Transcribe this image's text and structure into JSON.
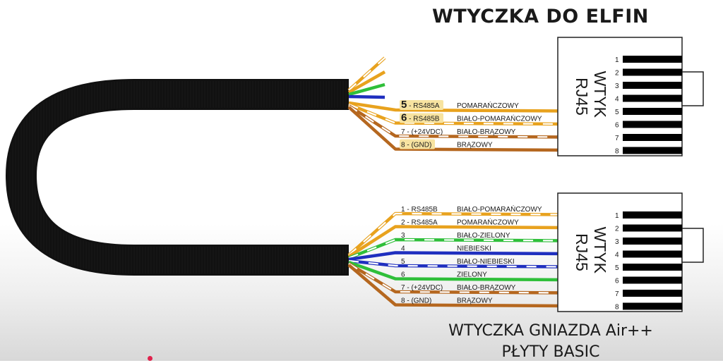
{
  "title_top": "WTYCZKA DO ELFIN",
  "title_bottom": [
    "WTYCZKA GNIAZDA Air++",
    "PŁYTY BASIC"
  ],
  "connector_label": [
    "WTYK",
    "RJ45"
  ],
  "pins": [
    "1",
    "2",
    "3",
    "4",
    "5",
    "6",
    "7",
    "8"
  ],
  "top_wires": [
    {
      "code": "5",
      "signal": " - RS485A",
      "color_name": "POMARAŃCZOWY",
      "color": "#e8a21e",
      "striped": false,
      "highlight": true,
      "big": true
    },
    {
      "code": "6",
      "signal": " - RS485B",
      "color_name": "BIAŁO-POMARAŃCZOWY",
      "color": "#e8a21e",
      "striped": true,
      "highlight": true,
      "big": true
    },
    {
      "code": "7",
      "signal": " - (+24VDC)",
      "color_name": "BIAŁO-BRĄZOWY",
      "color": "#b5671f",
      "striped": true,
      "highlight": false,
      "big": false
    },
    {
      "code": "8",
      "signal": " - (GND)",
      "color_name": "BRĄZOWY",
      "color": "#b5671f",
      "striped": false,
      "highlight": true,
      "big": false
    }
  ],
  "bottom_wires": [
    {
      "code": "1",
      "signal": " - RS485B",
      "color_name": "BIAŁO-POMARAŃCZOWY",
      "color": "#e8a21e",
      "striped": true
    },
    {
      "code": "2",
      "signal": " - RS485A",
      "color_name": "POMARAŃCZOWY",
      "color": "#e8a21e",
      "striped": false
    },
    {
      "code": "3",
      "signal": "",
      "color_name": "BIAŁO-ZIELONY",
      "color": "#2fbf3a",
      "striped": true
    },
    {
      "code": "4",
      "signal": "",
      "color_name": "NIEBIESKI",
      "color": "#1f2fbf",
      "striped": false
    },
    {
      "code": "5",
      "signal": "",
      "color_name": "BIAŁO-NIEBIESKI",
      "color": "#1f2fbf",
      "striped": true
    },
    {
      "code": "6",
      "signal": "",
      "color_name": "ZIELONY",
      "color": "#2fbf3a",
      "striped": false
    },
    {
      "code": "7",
      "signal": " - (+24VDC)",
      "color_name": "BIAŁO-BRĄZOWY",
      "color": "#b5671f",
      "striped": true
    },
    {
      "code": "8",
      "signal": " - (GND)",
      "color_name": "BRĄZOWY",
      "color": "#b5671f",
      "striped": false
    }
  ],
  "loose_wires": [
    {
      "name": "white-orange-stub",
      "color": "#e8a21e",
      "striped": true
    },
    {
      "name": "orange-stub",
      "color": "#e8a21e",
      "striped": false
    },
    {
      "name": "green-stub",
      "color": "#2fbf3a",
      "striped": false
    },
    {
      "name": "blue-stub",
      "color": "#1f2fbf",
      "striped": false
    }
  ],
  "colors": {
    "cable": "#111111",
    "highlight": "#f7e3a0",
    "stripe": "#ffffff",
    "text": "#1a1a1a",
    "accent_dot": "#e0224c"
  }
}
